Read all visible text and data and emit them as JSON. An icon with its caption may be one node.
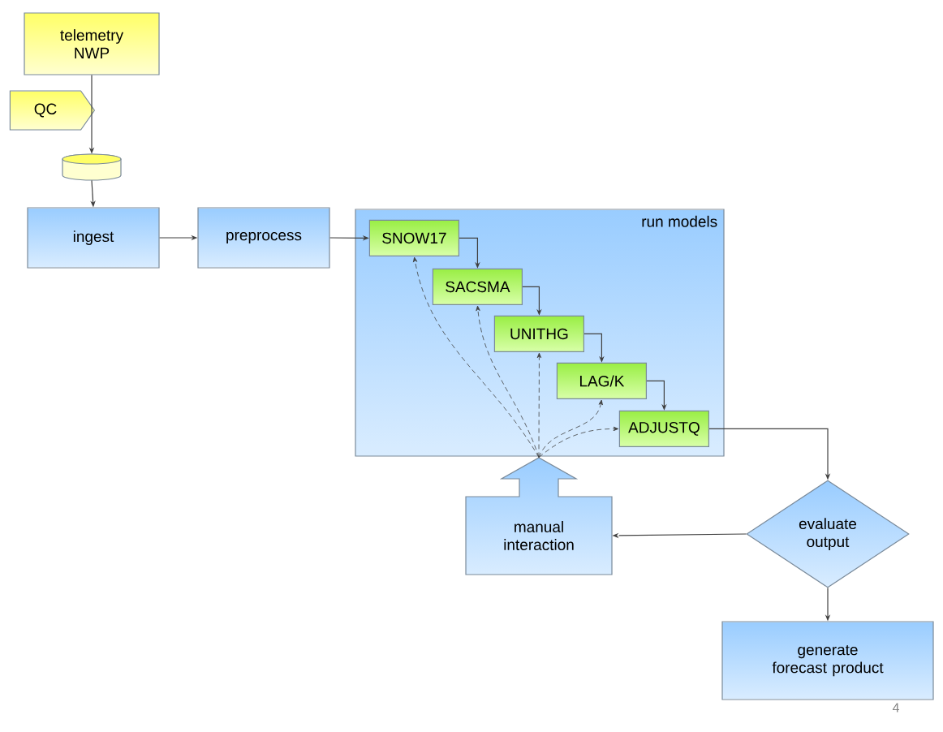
{
  "diagram": {
    "nodes": [
      {
        "text": [
          "telemetry NWP"
        ]
      },
      {
        "text": [
          "QC"
        ]
      },
      {
        "text": [],
        "shape": "cylinder"
      },
      {
        "text": [
          "ingest"
        ]
      },
      {
        "text": [
          "preprocess"
        ]
      },
      {
        "text": [
          "run models"
        ]
      },
      {
        "text": [
          "SNOW17"
        ],
        "in": 5
      },
      {
        "text": [
          "SACSMA"
        ],
        "in": 5
      },
      {
        "text": [
          "UNITHG"
        ],
        "in": 5
      },
      {
        "text": [
          "LAG/K"
        ],
        "in": 5
      },
      {
        "text": [
          "ADJUSTQ"
        ],
        "in": 5
      },
      {
        "text": [
          "manual interaction"
        ]
      },
      {
        "text": [
          "evaluate output"
        ]
      },
      {
        "text": [
          "generate forecast product"
        ]
      }
    ],
    "edges": [
      {
        "from": 0,
        "to": 2,
        "arrow": "to"
      },
      {
        "from": 2,
        "to": 3,
        "arrow": "to"
      },
      {
        "from": 3,
        "to": 4,
        "arrow": "to"
      },
      {
        "from": 4,
        "to": 6,
        "arrow": "to"
      },
      {
        "from": 6,
        "to": 7,
        "arrow": "to"
      },
      {
        "from": 7,
        "to": 8,
        "arrow": "to"
      },
      {
        "from": 8,
        "to": 9,
        "arrow": "to"
      },
      {
        "from": 9,
        "to": 10,
        "arrow": "to"
      },
      {
        "from": 10,
        "to": 12,
        "arrow": "to"
      },
      {
        "from": 12,
        "to": 11,
        "arrow": "to"
      },
      {
        "from": 12,
        "to": 13,
        "arrow": "to"
      },
      {
        "from": 11,
        "to": 6,
        "arrow": "to",
        "style": "dashed"
      },
      {
        "from": 11,
        "to": 7,
        "arrow": "to",
        "style": "dashed"
      },
      {
        "from": 11,
        "to": 8,
        "arrow": "to",
        "style": "dashed"
      },
      {
        "from": 11,
        "to": 9,
        "arrow": "to",
        "style": "dashed"
      },
      {
        "from": 11,
        "to": 10,
        "arrow": "to",
        "style": "dashed"
      }
    ],
    "labels": [
      "4"
    ]
  }
}
